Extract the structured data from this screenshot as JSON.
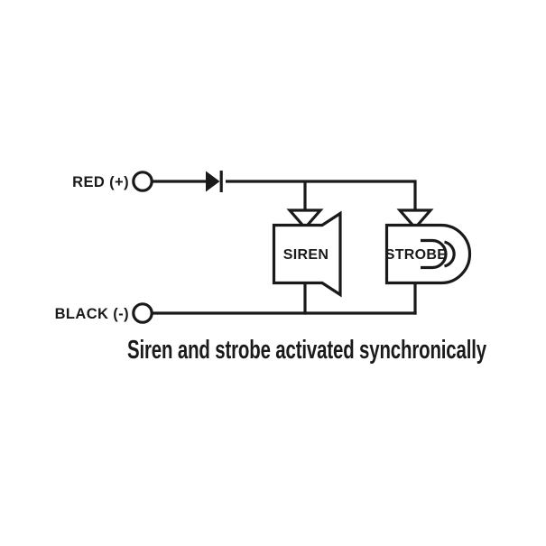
{
  "diagram": {
    "type": "electrical-schematic",
    "background_color": "#ffffff",
    "line_color": "#1a1a1a",
    "terminals": [
      {
        "id": "red-positive",
        "label": "RED (+)",
        "polarity": "+",
        "wire_color_name": "RED"
      },
      {
        "id": "black-negative",
        "label": "BLACK (-)",
        "polarity": "-",
        "wire_color_name": "BLACK"
      }
    ],
    "components": [
      {
        "id": "diode",
        "label": "",
        "symbol": "diode",
        "direction": "right"
      },
      {
        "id": "siren",
        "label": "SIREN",
        "symbol": "horn-speaker"
      },
      {
        "id": "strobe",
        "label": "STROBE",
        "symbol": "lamp-beacon"
      }
    ],
    "caption": "Siren and strobe activated synchronically"
  }
}
